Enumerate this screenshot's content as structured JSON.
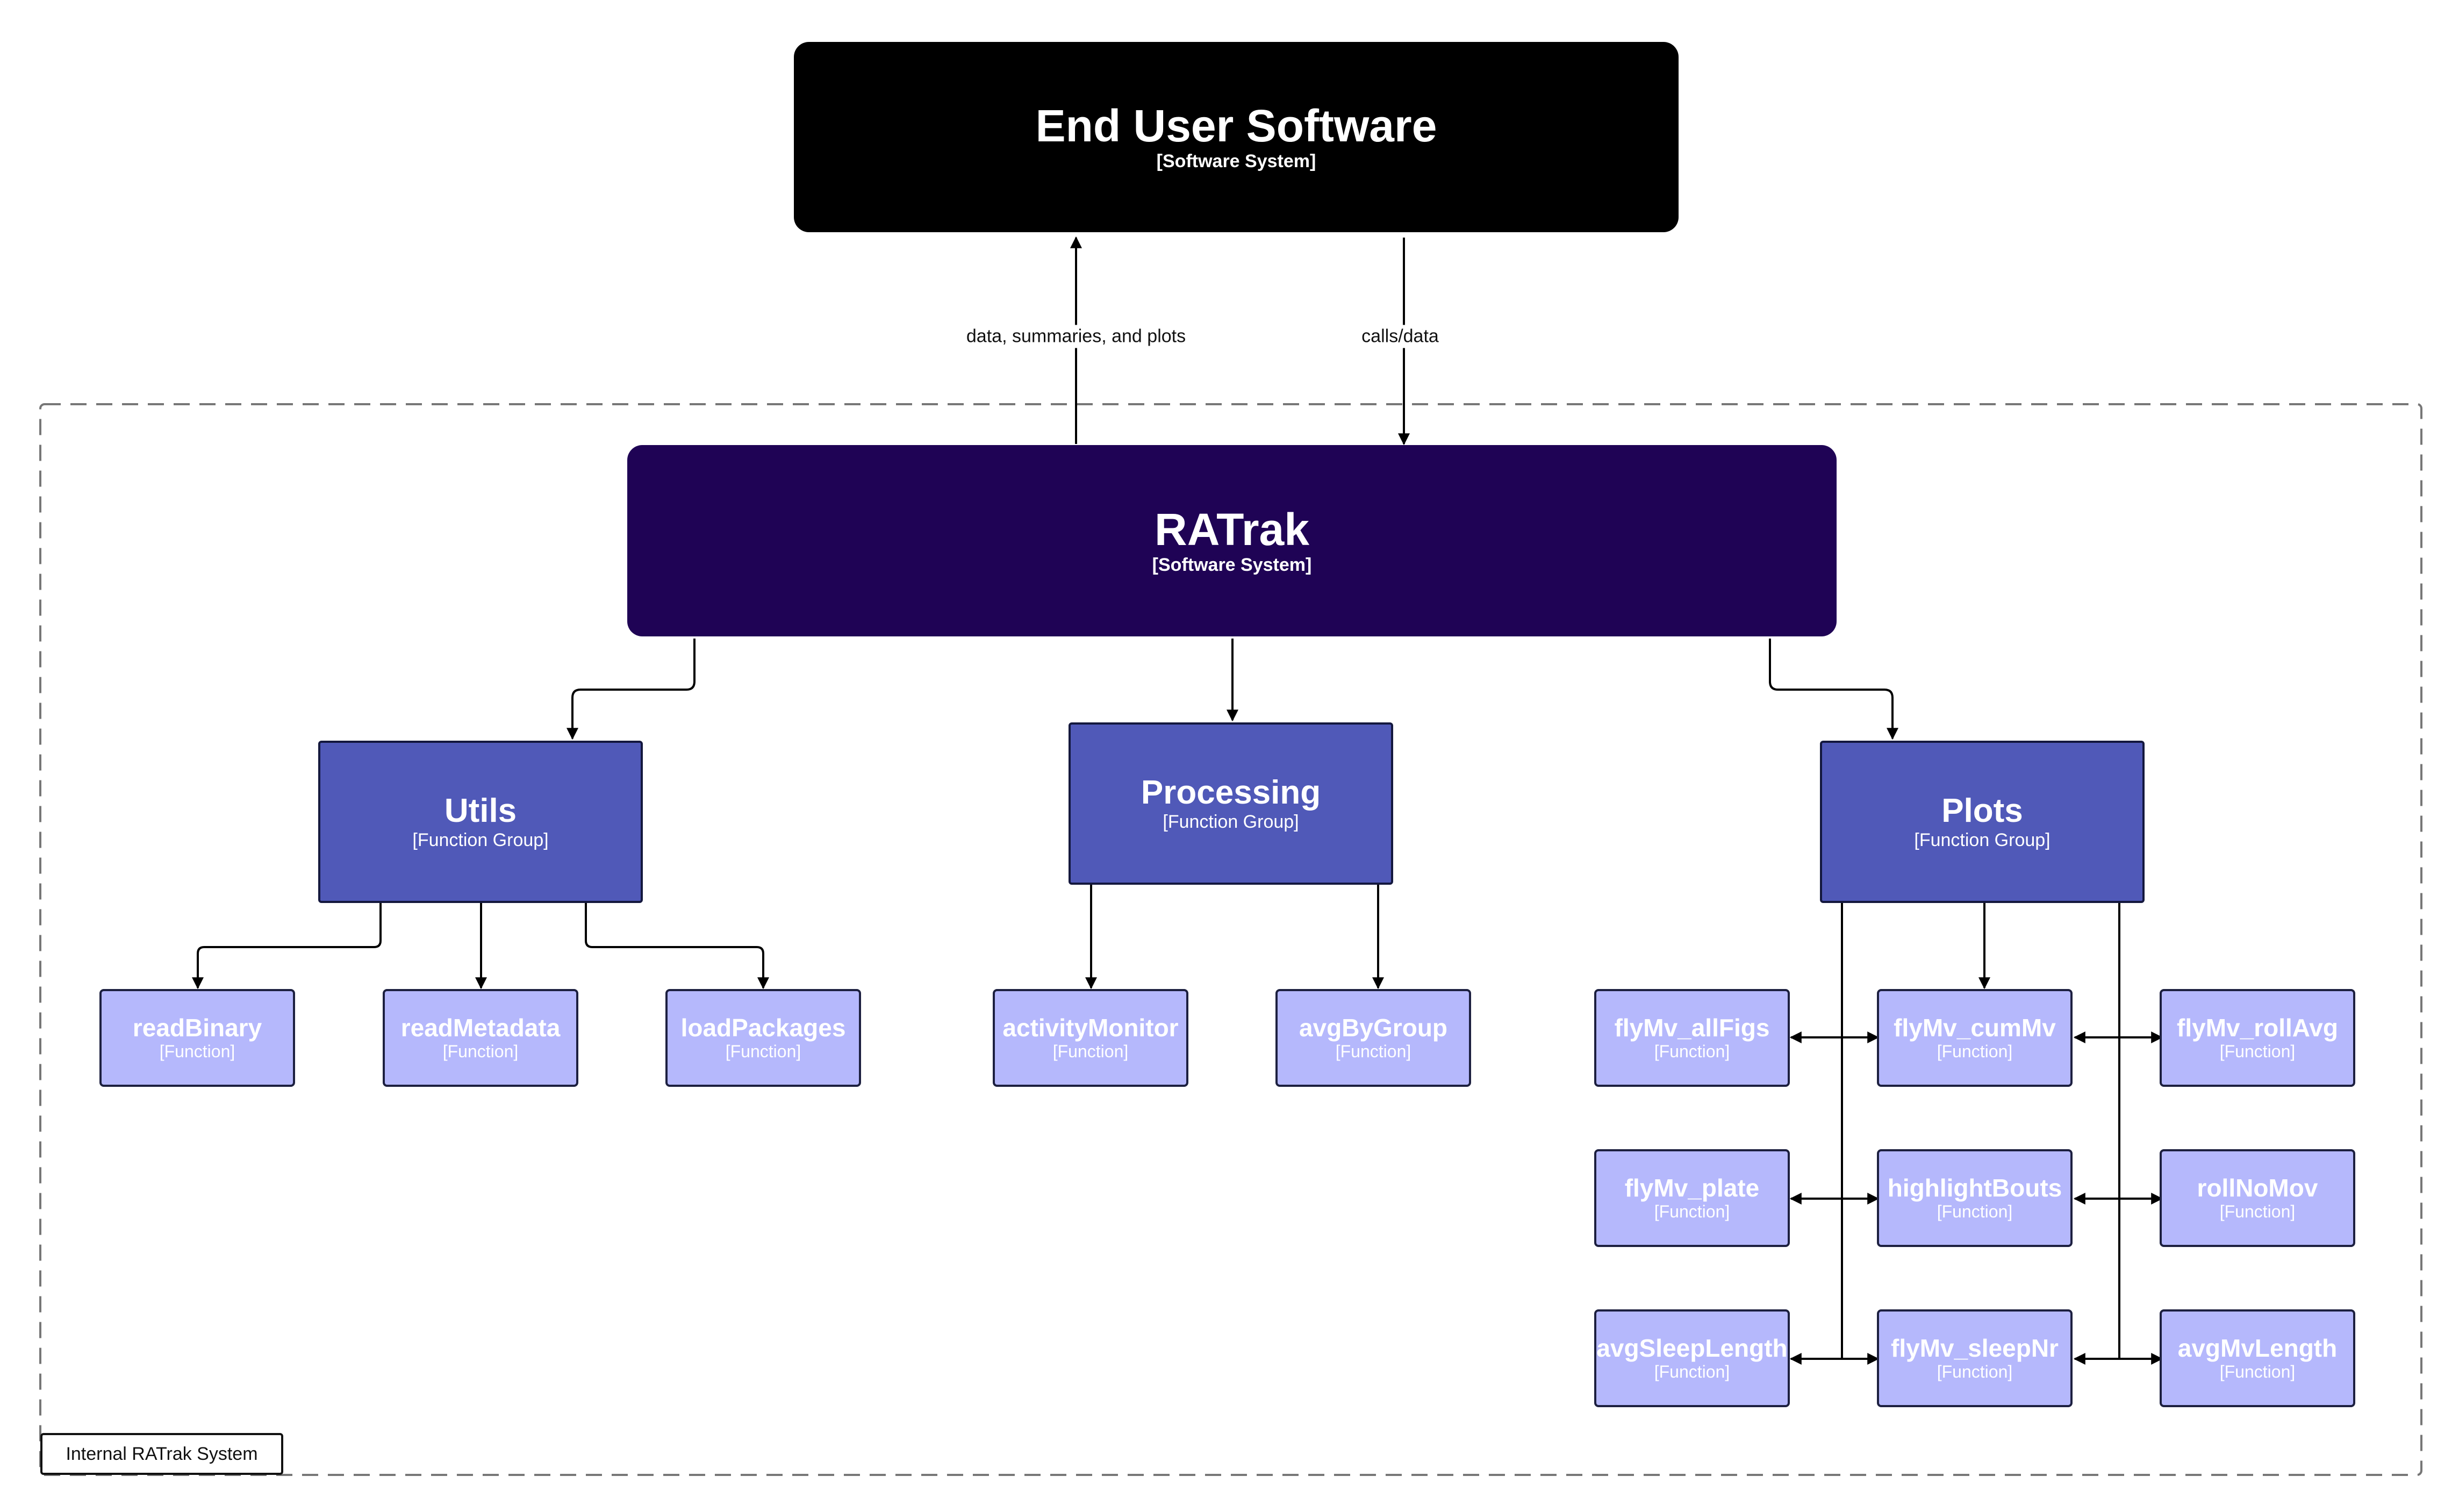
{
  "diagram": {
    "systems": {
      "end_user": {
        "name": "End User Software",
        "kind": "[Software System]"
      },
      "ratrak": {
        "name": "RATrak",
        "kind": "[Software System]"
      }
    },
    "edge_labels": {
      "to_end_user": "data, summaries, and plots",
      "to_ratrak": "calls/data"
    },
    "groups": {
      "utils": {
        "name": "Utils",
        "kind": "[Function Group]"
      },
      "processing": {
        "name": "Processing",
        "kind": "[Function Group]"
      },
      "plots": {
        "name": "Plots",
        "kind": "[Function Group]"
      }
    },
    "functions": {
      "readBinary": {
        "name": "readBinary",
        "kind": "[Function]"
      },
      "readMetadata": {
        "name": "readMetadata",
        "kind": "[Function]"
      },
      "loadPackages": {
        "name": "loadPackages",
        "kind": "[Function]"
      },
      "activityMonitor": {
        "name": "activityMonitor",
        "kind": "[Function]"
      },
      "avgByGroup": {
        "name": "avgByGroup",
        "kind": "[Function]"
      },
      "flyMv_allFigs": {
        "name": "flyMv_allFigs",
        "kind": "[Function]"
      },
      "flyMv_cumMv": {
        "name": "flyMv_cumMv",
        "kind": "[Function]"
      },
      "flyMv_rollAvg": {
        "name": "flyMv_rollAvg",
        "kind": "[Function]"
      },
      "flyMv_plate": {
        "name": "flyMv_plate",
        "kind": "[Function]"
      },
      "highlightBouts": {
        "name": "highlightBouts",
        "kind": "[Function]"
      },
      "rollNoMov": {
        "name": "rollNoMov",
        "kind": "[Function]"
      },
      "avgSleepLength": {
        "name": "avgSleepLength",
        "kind": "[Function]"
      },
      "flyMv_sleepNr": {
        "name": "flyMv_sleepNr",
        "kind": "[Function]"
      },
      "avgMvLength": {
        "name": "avgMvLength",
        "kind": "[Function]"
      }
    },
    "boundary_label": "Internal RATrak System",
    "colors": {
      "end_user_fill": "#000000",
      "ratrak_fill": "#1f0355",
      "group_fill": "#5059b8",
      "function_fill": "#b5b8fc",
      "boundary_stroke": "#777777"
    }
  }
}
